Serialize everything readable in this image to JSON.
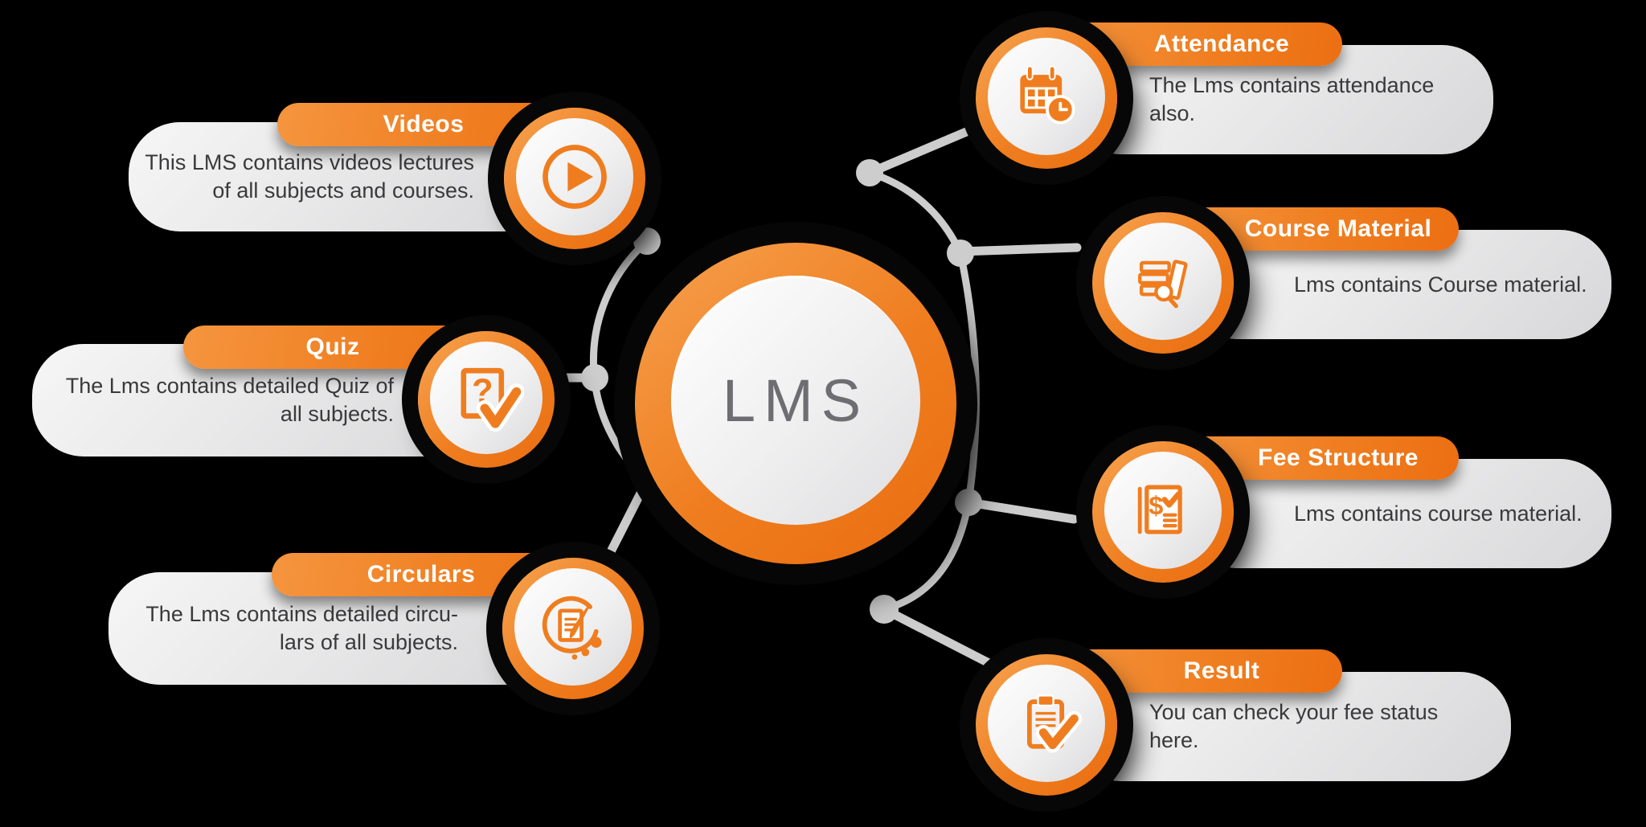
{
  "background": "#000000",
  "palette": {
    "orange_light": "#F5953F",
    "orange": "#EF7D1F",
    "orange_deep": "#EC6F12",
    "card_light": "#F6F6F6",
    "card_dark": "#D7D7D9",
    "body_text": "#3A3A3C",
    "lms_text": "#6E6E72",
    "connector_gray": "#CDCDCD",
    "pill_text": "#FFFFFF"
  },
  "center": {
    "label": "LMS"
  },
  "items": [
    {
      "id": "videos",
      "side": "left",
      "title": "Videos",
      "icon": "play-icon",
      "lines": [
        "This LMS contains videos lectures",
        "of all subjects and courses."
      ]
    },
    {
      "id": "quiz",
      "side": "left",
      "title": "Quiz",
      "icon": "quiz-check-icon",
      "lines": [
        "The Lms contains detailed Quiz of",
        "all subjects."
      ]
    },
    {
      "id": "circulars",
      "side": "left",
      "title": "Circulars",
      "icon": "circular-note-icon",
      "lines": [
        "The Lms contains detailed circu-",
        "lars of all subjects."
      ]
    },
    {
      "id": "attendance",
      "side": "right",
      "title": "Attendance",
      "icon": "calendar-clock-icon",
      "lines": [
        "The Lms contains attendance",
        "also."
      ]
    },
    {
      "id": "course-material",
      "side": "right",
      "title": "Course Material",
      "icon": "books-search-icon",
      "lines": [
        "Lms contains Course material."
      ]
    },
    {
      "id": "fee-structure",
      "side": "right",
      "title": "Fee Structure",
      "icon": "fee-invoice-icon",
      "lines": [
        "Lms contains course material."
      ]
    },
    {
      "id": "result",
      "side": "right",
      "title": "Result",
      "icon": "result-clipboard-icon",
      "lines": [
        "You can check your fee status",
        "here."
      ]
    }
  ]
}
